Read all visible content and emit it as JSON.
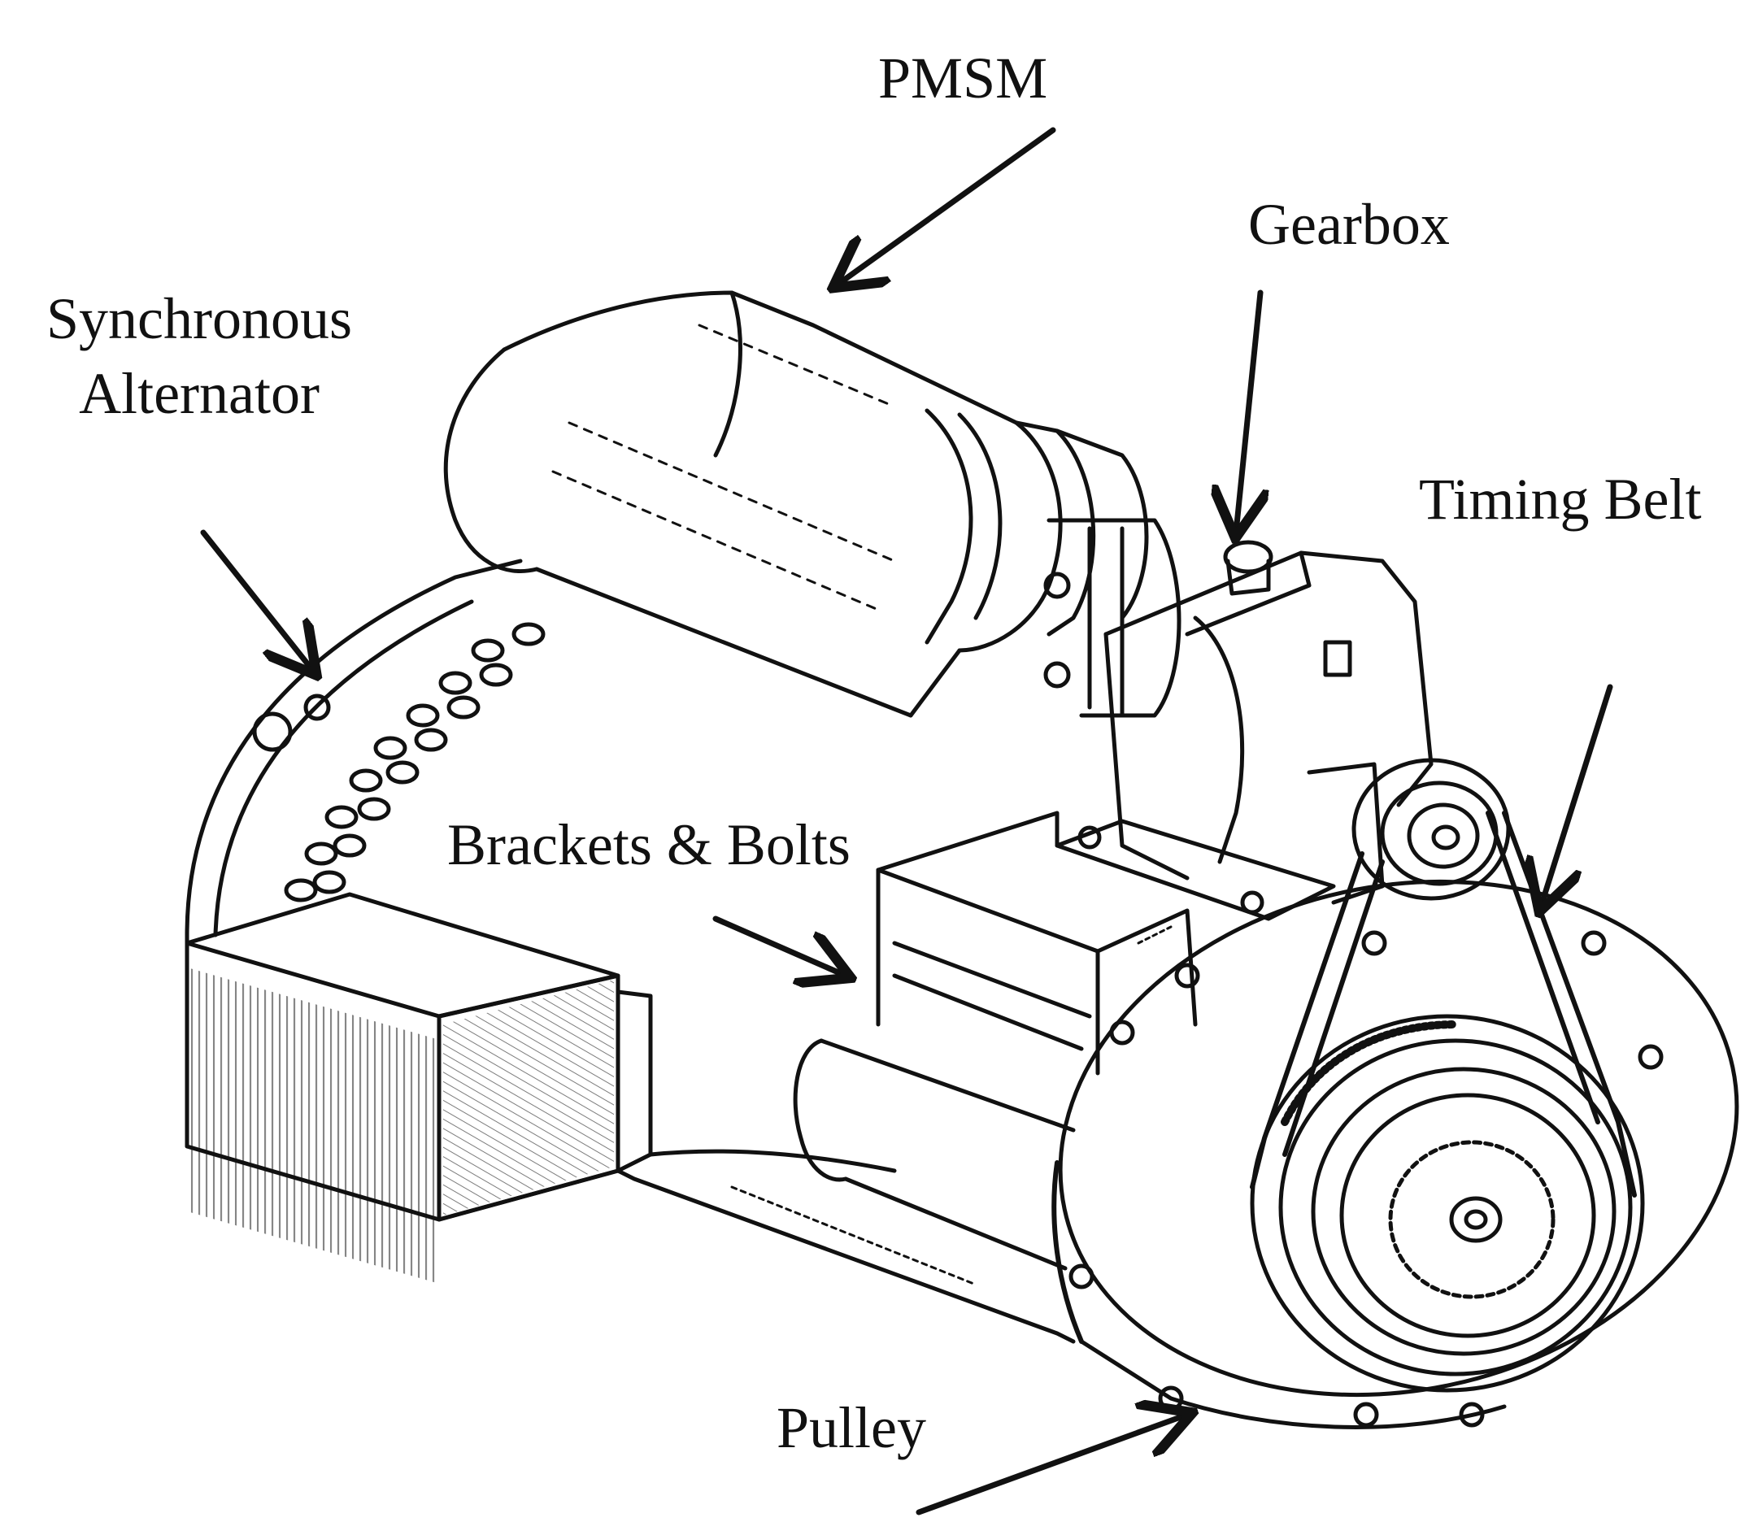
{
  "labels": {
    "pmsm": "PMSM",
    "gearbox": "Gearbox",
    "synchronous_alternator_line1": "Synchronous",
    "synchronous_alternator_line2": "Alternator",
    "timing_belt": "Timing Belt",
    "brackets_bolts": "Brackets & Bolts",
    "pulley": "Pulley"
  },
  "colors": {
    "ink": "#111111",
    "background": "#ffffff"
  }
}
